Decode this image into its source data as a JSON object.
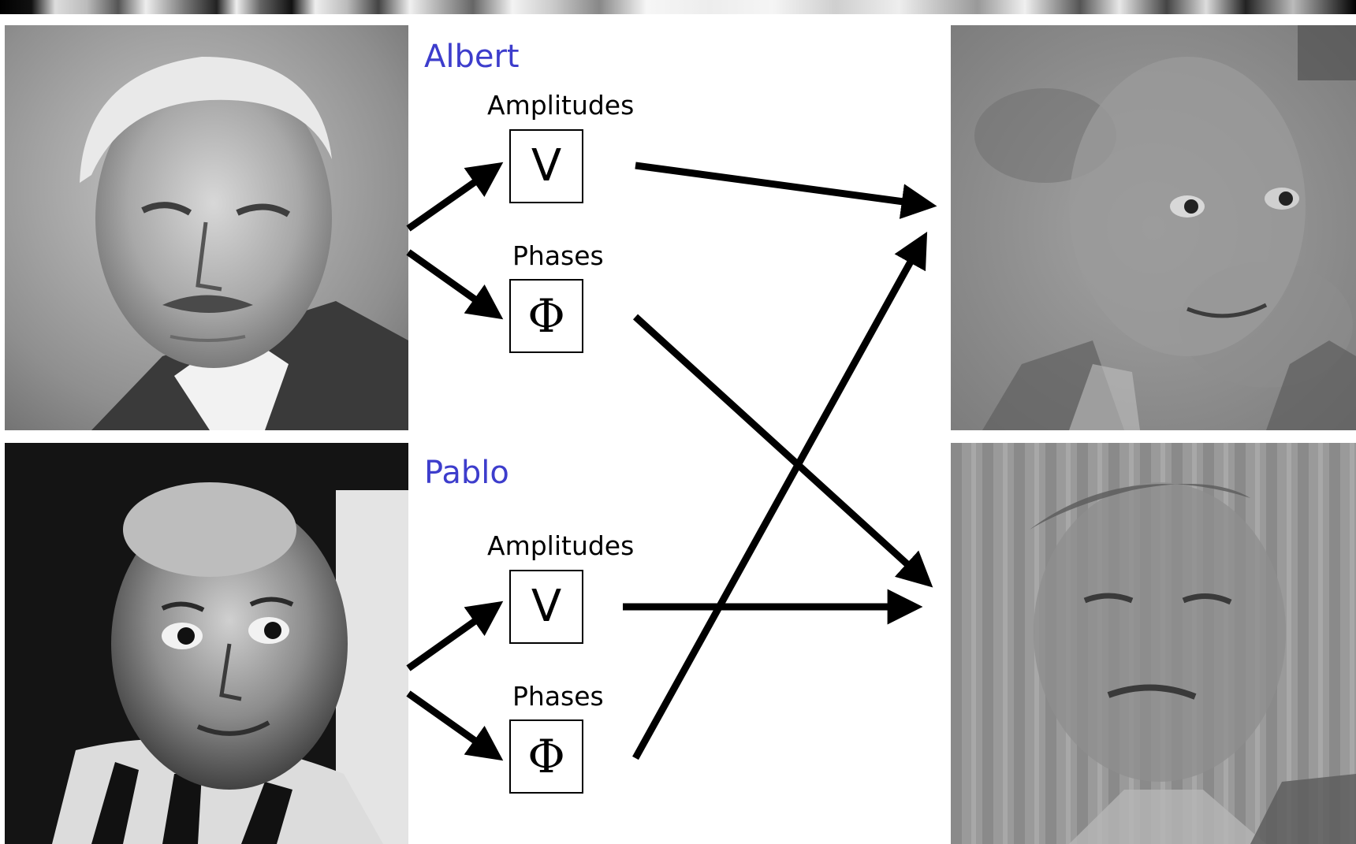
{
  "people": {
    "first": {
      "name": "Albert",
      "amplitude_label": "Amplitudes",
      "amplitude_symbol": "V",
      "phase_label": "Phases",
      "phase_symbol": "Φ"
    },
    "second": {
      "name": "Pablo",
      "amplitude_label": "Amplitudes",
      "amplitude_symbol": "V",
      "phase_label": "Phases",
      "phase_symbol": "Φ"
    }
  },
  "colors": {
    "name_text": "#3d3dcc",
    "arrow": "#000000"
  }
}
